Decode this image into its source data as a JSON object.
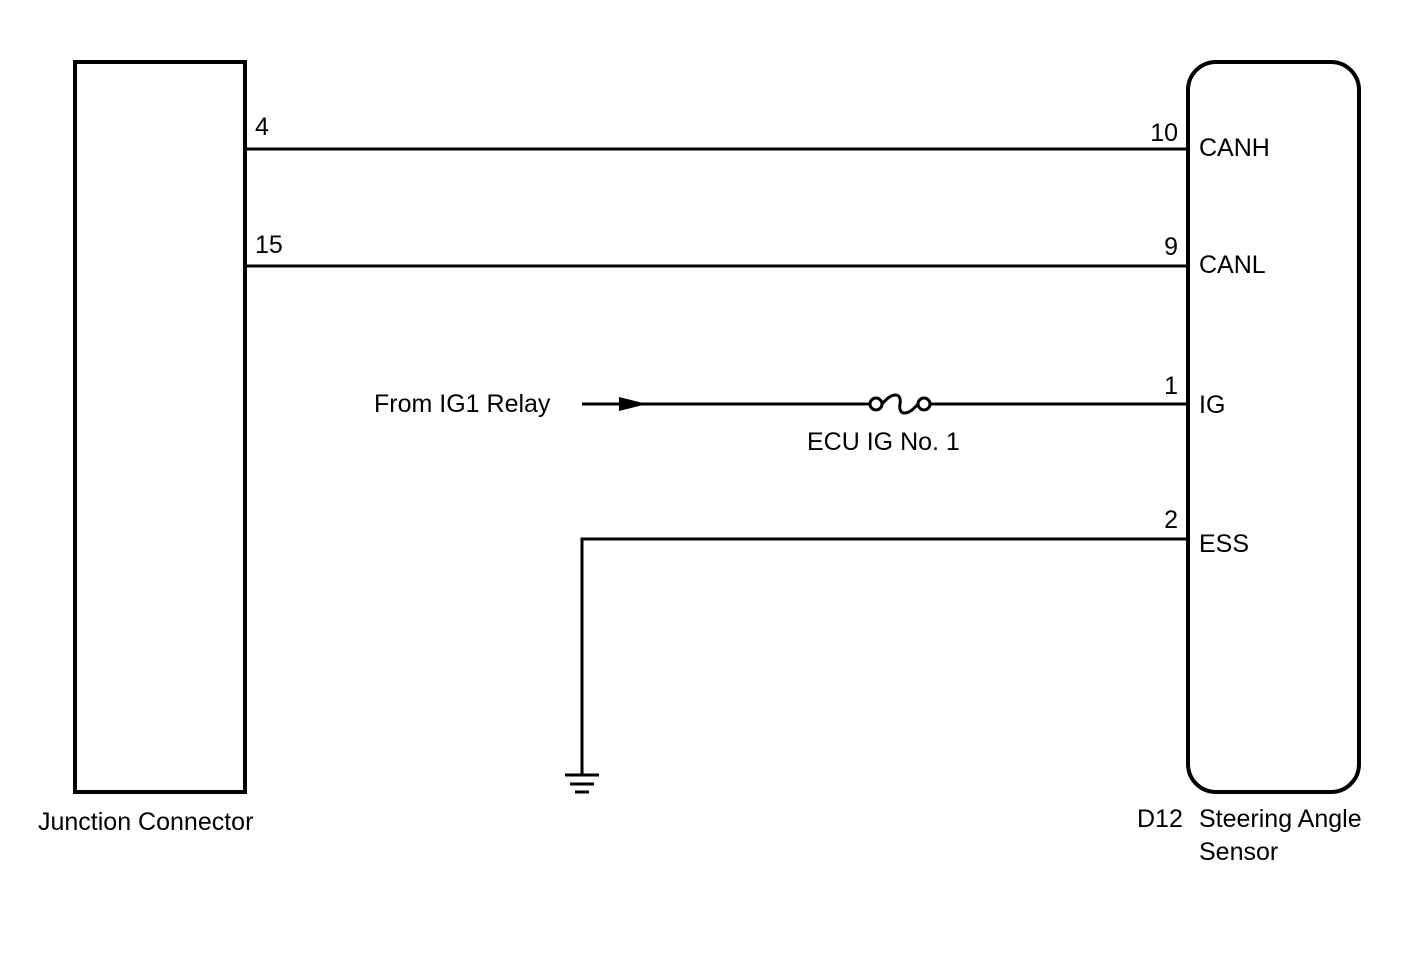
{
  "junction_connector": {
    "label": "Junction Connector"
  },
  "sensor": {
    "code": "D12",
    "label_line1": "Steering Angle",
    "label_line2": "Sensor"
  },
  "wires": [
    {
      "from_pin": "4",
      "to_pin": "10",
      "signal": "CANH"
    },
    {
      "from_pin": "15",
      "to_pin": "9",
      "signal": "CANL"
    }
  ],
  "ig_circuit": {
    "source": "From IG1 Relay",
    "fuse": "ECU IG No. 1",
    "pin": "1",
    "signal": "IG"
  },
  "ground_circuit": {
    "pin": "2",
    "signal": "ESS"
  }
}
